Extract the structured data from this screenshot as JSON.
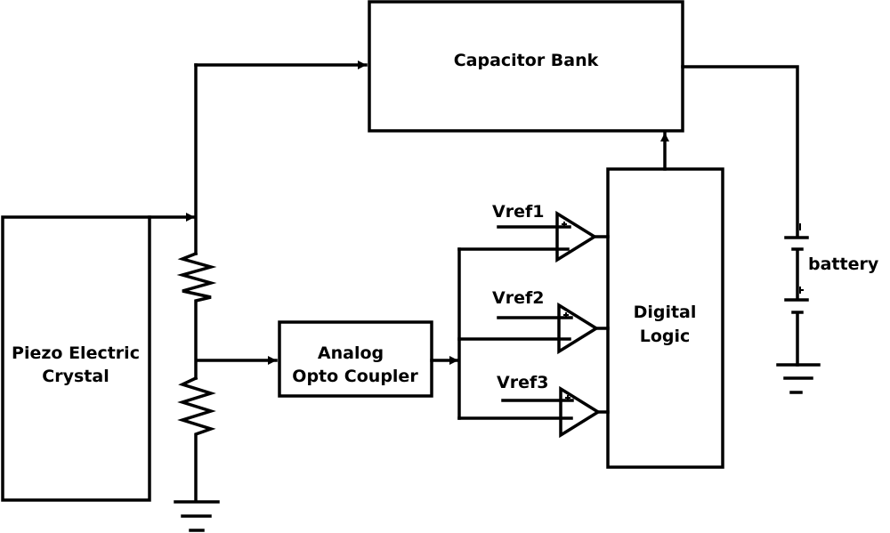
{
  "blocks": {
    "capacitor_bank": "Capacitor Bank",
    "piezo": [
      "Piezo Electric",
      "Crystal"
    ],
    "opto": [
      "Analog",
      "Opto Coupler"
    ],
    "logic": [
      "Digital",
      "Logic"
    ]
  },
  "labels": {
    "vref1": "Vref1",
    "vref2": "Vref2",
    "vref3": "Vref3",
    "battery": "battery"
  },
  "colors": {
    "line": "#000000",
    "background": "#ffffff"
  }
}
